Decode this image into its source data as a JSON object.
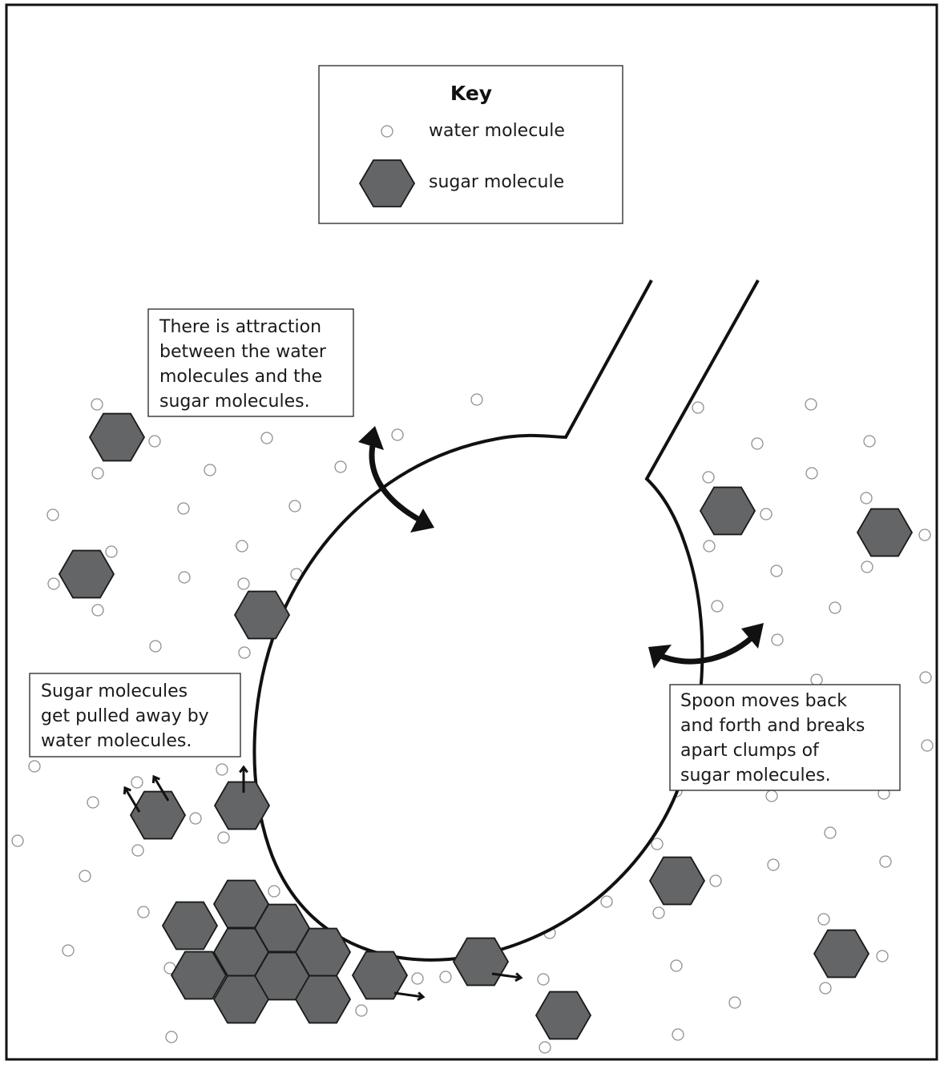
{
  "key": {
    "title": "Key",
    "items": [
      {
        "icon": "water-molecule-icon",
        "label": "water molecule"
      },
      {
        "icon": "sugar-molecule-icon",
        "label": "sugar molecule"
      }
    ]
  },
  "callouts": {
    "attraction": [
      "There is attraction",
      "between the water",
      "molecules and the",
      "sugar molecules."
    ],
    "pulled_away": [
      "Sugar molecules",
      "get pulled away by",
      "water molecules."
    ],
    "spoon_moves": [
      "Spoon moves back",
      "and forth and breaks",
      "apart clumps of",
      "sugar molecules."
    ]
  },
  "colors": {
    "sugar_fill": "#646566",
    "outline": "#111111",
    "water_outline": "#8f8f8f"
  }
}
